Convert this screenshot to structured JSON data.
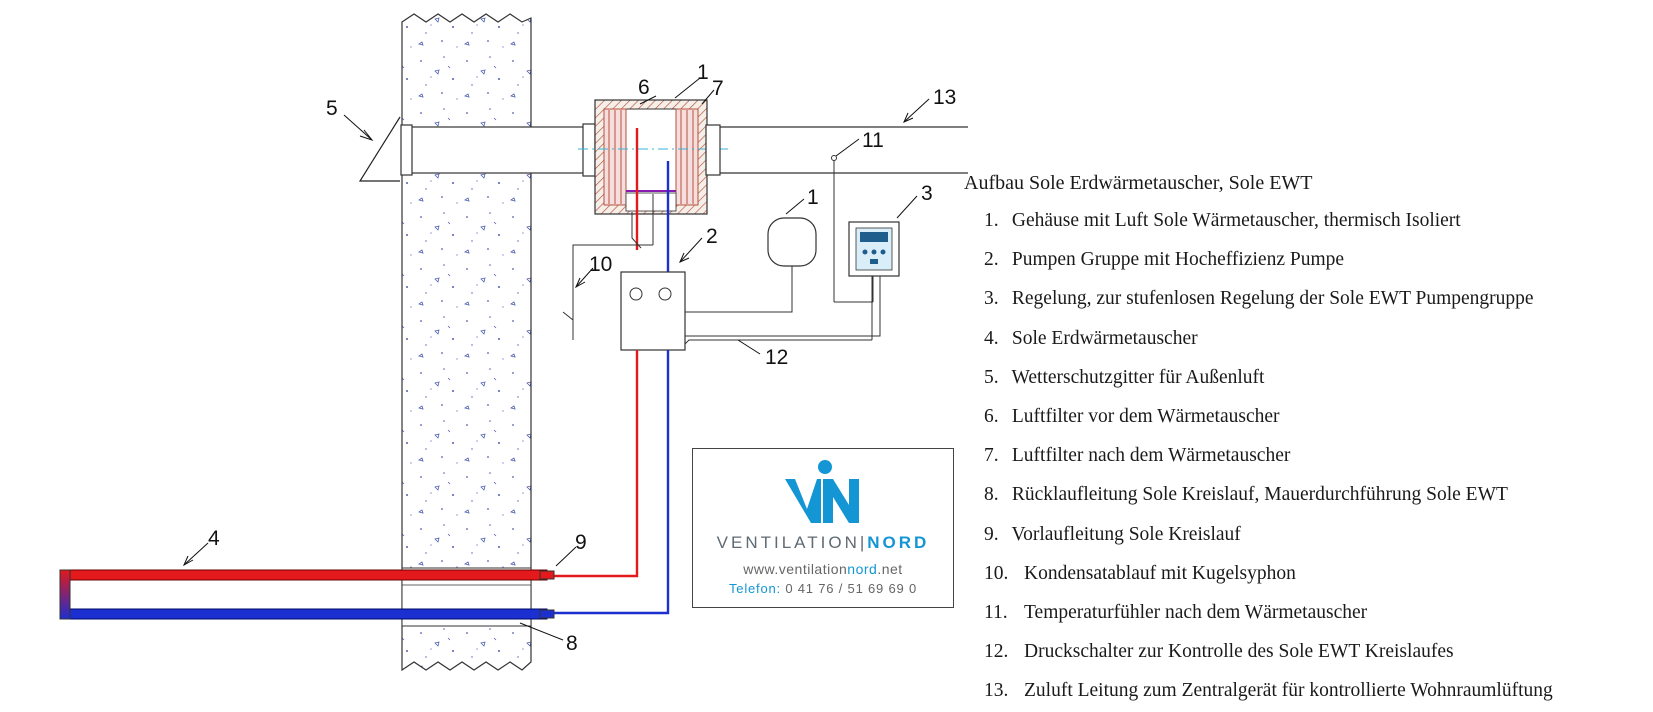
{
  "legend": {
    "title": "Aufbau Sole Erdwärmetauscher, Sole EWT",
    "items": [
      {
        "num": "1.",
        "text": "Gehäuse mit Luft Sole Wärmetauscher, thermisch Isoliert"
      },
      {
        "num": "2.",
        "text": "Pumpen Gruppe mit Hocheffizienz Pumpe"
      },
      {
        "num": "3.",
        "text": "Regelung, zur stufenlosen Regelung der Sole EWT Pumpengruppe"
      },
      {
        "num": "4.",
        "text": "Sole Erdwärmetauscher"
      },
      {
        "num": "5.",
        "text": "Wetterschutzgitter für Außenluft"
      },
      {
        "num": "6.",
        "text": "Luftfilter vor dem Wärmetauscher"
      },
      {
        "num": "7.",
        "text": "Luftfilter nach dem Wärmetauscher"
      },
      {
        "num": "8.",
        "text": "Rücklaufleitung Sole Kreislauf, Mauerdurchführung Sole EWT"
      },
      {
        "num": "9.",
        "text": "Vorlaufleitung Sole Kreislauf"
      },
      {
        "num": "10.",
        "text": "Kondensatablauf mit Kugelsyphon"
      },
      {
        "num": "11.",
        "text": "Temperaturfühler nach dem Wärmetauscher"
      },
      {
        "num": "12.",
        "text": "Druckschalter zur Kontrolle des Sole EWT Kreislaufes"
      },
      {
        "num": "13.",
        "text": "Zuluft Leitung zum Zentralgerät für kontrollierte Wohnraumlüftung"
      }
    ]
  },
  "callouts": {
    "c1a": "1",
    "c1b": "1",
    "c2": "2",
    "c3": "3",
    "c4": "4",
    "c5": "5",
    "c6": "6",
    "c7": "7",
    "c8": "8",
    "c9": "9",
    "c10": "10",
    "c11": "11",
    "c12": "12",
    "c13": "13"
  },
  "brand": {
    "monogram": "VN",
    "word_a": "VENTILATION",
    "separator": "|",
    "word_b": "NORD",
    "url_a": "www.ventilation",
    "url_b": "nord",
    "url_c": ".net",
    "tel_label": "Telefon:",
    "tel_number": " 0 41 76 / 51 69 69 0"
  },
  "colors": {
    "supply_pipe": "#e3191b",
    "return_pipe": "#1c2fd0",
    "insulation": "#b5533b",
    "brand_blue": "#1496d4"
  }
}
